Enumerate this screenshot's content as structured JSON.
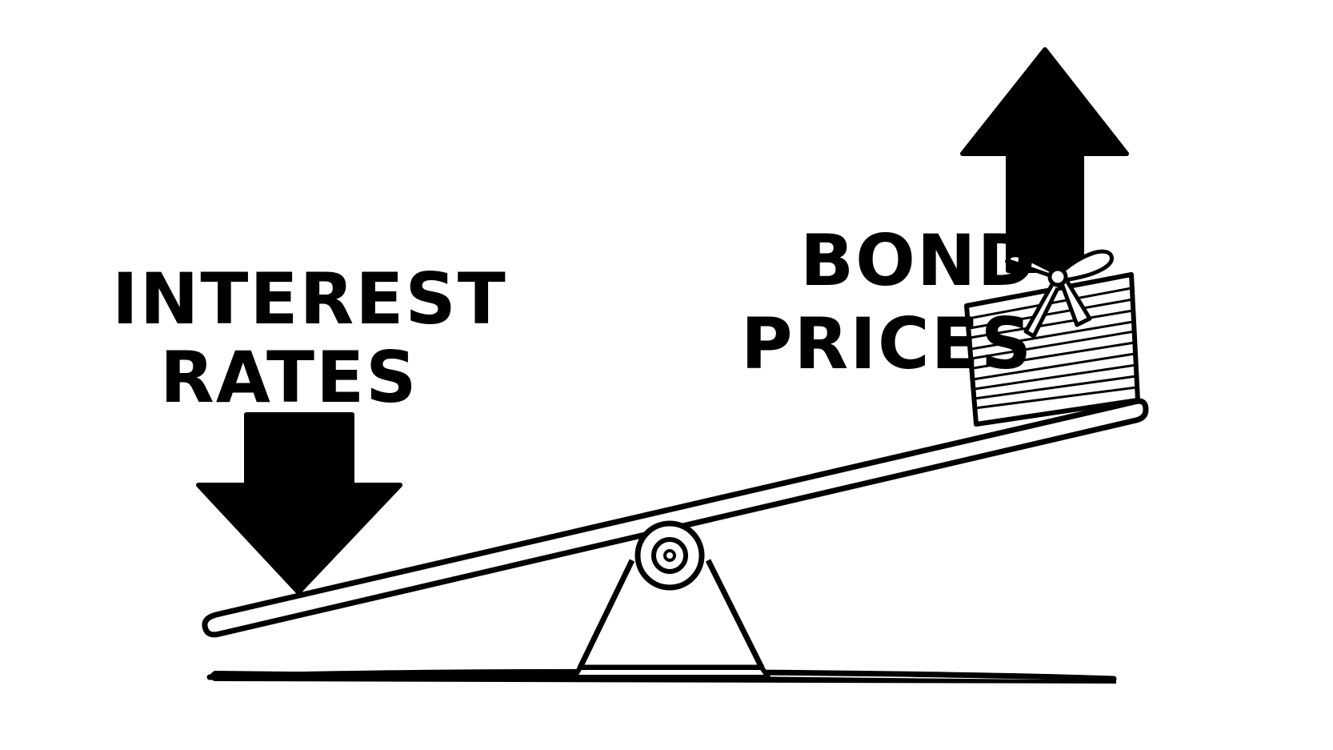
{
  "labels": {
    "interest_rates_line1": "INTEREST",
    "interest_rates_line2": "RATES",
    "bond_prices_line1": "BOND",
    "bond_prices_line2": "PRICES"
  },
  "relationship": {
    "interest_rates_direction": "down",
    "bond_prices_direction": "up"
  },
  "icons": {
    "down_arrow": "arrow-down-icon",
    "up_arrow": "arrow-up-icon",
    "bond_stack": "bond-stack-icon",
    "seesaw": "seesaw-icon"
  },
  "colors": {
    "ink": "#000000",
    "background": "#ffffff"
  }
}
